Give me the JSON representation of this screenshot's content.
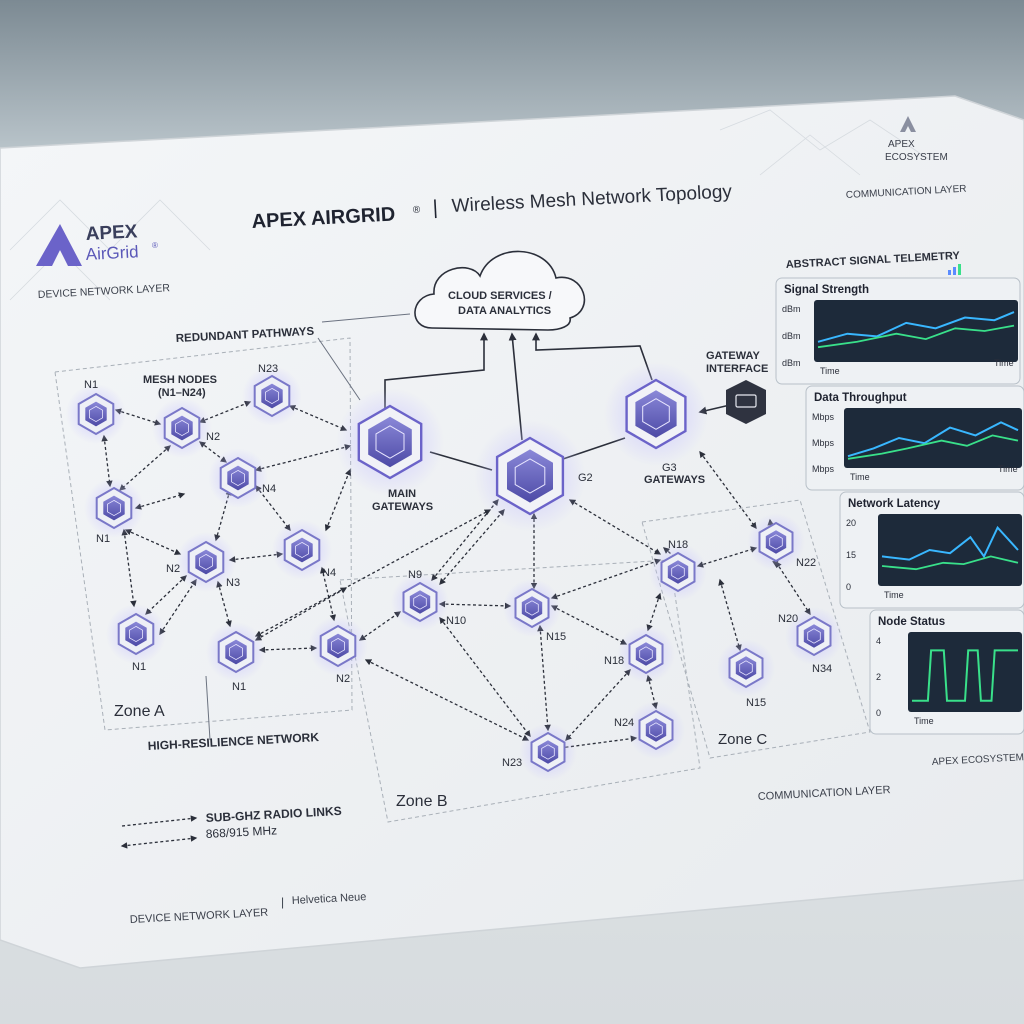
{
  "header": {
    "title_bold": "APEX AIRGRID",
    "title_reg": "®",
    "title_sep": "|",
    "title_sub": "Wireless Mesh Network Topology"
  },
  "logo": {
    "line1": "APEX",
    "line2": "AirGrid",
    "reg": "®"
  },
  "ecosystem_logo": {
    "line1": "APEX",
    "line2": "ECOSYSTEM"
  },
  "layers": {
    "device_top": "DEVICE NETWORK LAYER",
    "communication_top": "COMMUNICATION LAYER",
    "communication_bottom": "COMMUNICATION LAYER",
    "device_bottom": "DEVICE NETWORK LAYER",
    "font_note": "Helvetica Neue",
    "ecosystem_bottom": "APEX ECOSYSTEM"
  },
  "cloud": {
    "line1": "CLOUD SERVICES /",
    "line2": "DATA ANALYTICS"
  },
  "labels": {
    "redundant": "REDUNDANT PATHWAYS",
    "mesh_nodes_1": "MESH NODES",
    "mesh_nodes_2": "(N1–N24)",
    "main_gateways_1": "MAIN",
    "main_gateways_2": "GATEWAYS",
    "g2": "G2",
    "g3_1": "G3",
    "g3_2": "GATEWAYS",
    "gateway_interface_1": "GATEWAY",
    "gateway_interface_2": "INTERFACE",
    "high_resilience": "HIGH-RESILIENCE NETWORK",
    "radio_1": "SUB-GHZ RADIO LINKS",
    "radio_2": "868/915 MHz"
  },
  "zones": {
    "a": "Zone A",
    "b": "Zone B",
    "c": "Zone C"
  },
  "nodes": {
    "a_n1_top": "N1",
    "a_n2_top": "N2",
    "a_n23": "N23",
    "a_n4_top": "N4",
    "a_n1_mid": "N1",
    "a_n2_mid": "N2",
    "a_n3": "N3",
    "a_n4_mid": "N4",
    "a_n1_bot": "N1",
    "a_n1_bot2": "N1",
    "a_n2_bot": "N2",
    "b_n9": "N9",
    "b_n10": "N10",
    "b_n15": "N15",
    "b_n18": "N18",
    "b_n24": "N24",
    "b_n23": "N23",
    "c_n18": "N18",
    "c_n22": "N22",
    "c_n20": "N20",
    "c_n15": "N15",
    "c_n34": "N34"
  },
  "telemetry": {
    "title": "ABSTRACT SIGNAL TELEMETRY",
    "panels": [
      {
        "title": "Signal Strength",
        "y_ticks": [
          "dBm",
          "dBm",
          "dBm"
        ],
        "x_label": "Time",
        "x_label2": "Time"
      },
      {
        "title": "Data Throughput",
        "y_ticks": [
          "Mbps",
          "Mbps",
          "Mbps"
        ],
        "x_label": "Time",
        "x_label2": "Time"
      },
      {
        "title": "Network Latency",
        "y_ticks": [
          "20",
          "15",
          "0"
        ],
        "x_label": "Time"
      },
      {
        "title": "Node Status",
        "y_ticks": [
          "4",
          "2",
          "0"
        ],
        "x_label": "Time"
      }
    ]
  },
  "colors": {
    "accent": "#6b63c9",
    "ink": "#2b2f3a",
    "chart_bg": "#1d2a3a",
    "line_blue": "#39b7ff",
    "line_green": "#39e08a"
  }
}
